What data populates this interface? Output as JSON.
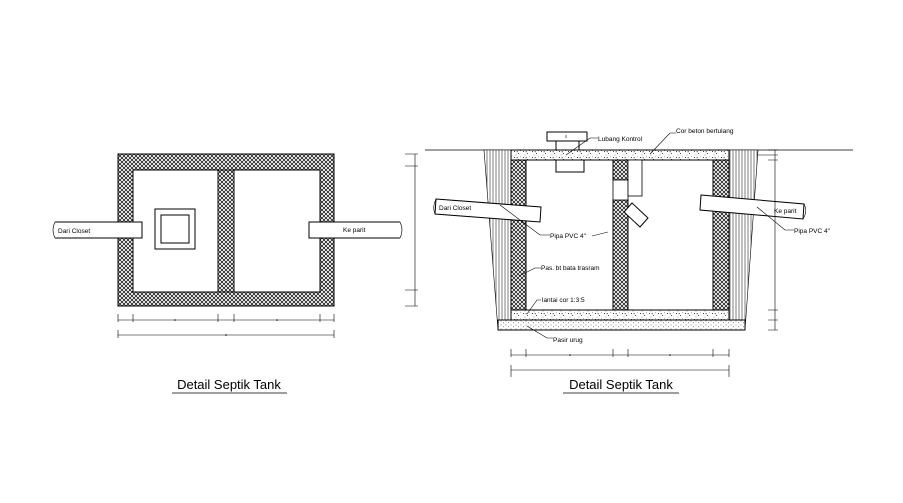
{
  "plan": {
    "title": "Detail Septik Tank",
    "inlet_label": "Dari Closet",
    "outlet_label": "Ke parit"
  },
  "section": {
    "title": "Detail Septik Tank",
    "labels": {
      "lubang_kontrol": "Lubang Kontrol",
      "cor_beton": "Cor beton bertulang",
      "dari_closet": "Dari Closet",
      "ke_parit": "Ke parit",
      "pipa_pvc_left": "Pipa PVC 4\"",
      "pipa_pvc_right": "Pipa PVC 4\"",
      "pas_bata": "Pas. bt bata trasram",
      "lantai_cor": "lantai cor 1:3:5",
      "pasir_urug": "Pasir urug"
    }
  }
}
